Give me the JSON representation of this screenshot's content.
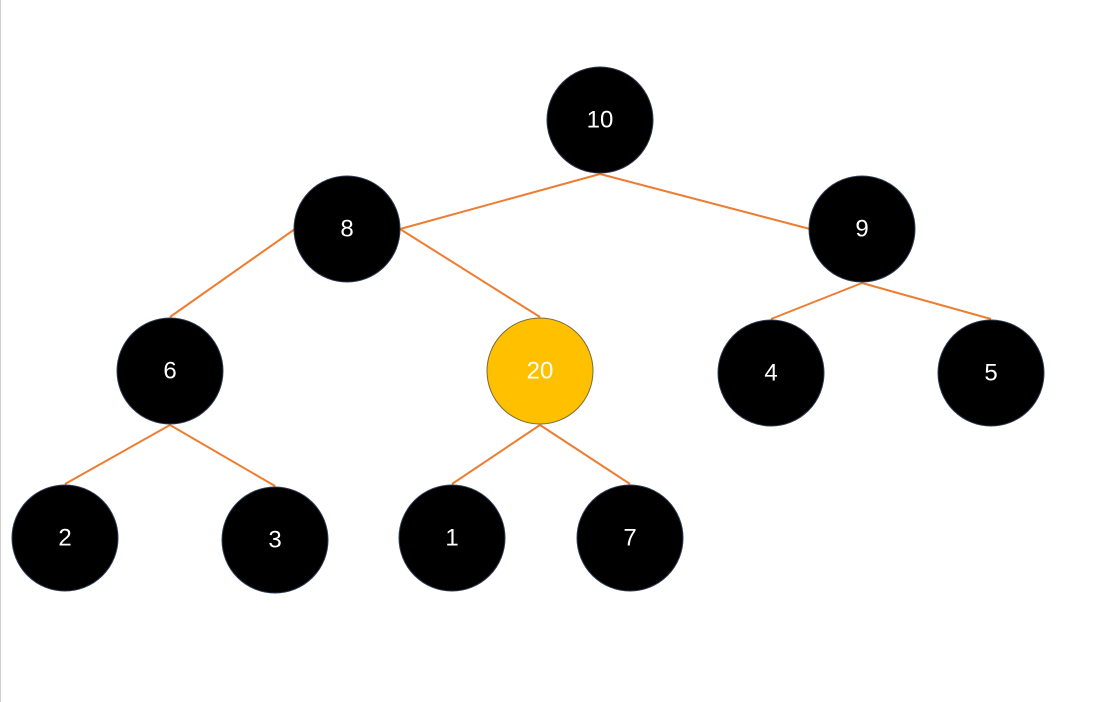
{
  "colors": {
    "node_fill": "#000000",
    "node_stroke": "#2e3b55",
    "highlight_fill": "#ffc000",
    "highlight_stroke": "#7a6a3a",
    "edge": "#ed7d31",
    "label": "#ffffff"
  },
  "tree": {
    "nodes": [
      {
        "id": "n10",
        "label": "10"
      },
      {
        "id": "n8",
        "label": "8"
      },
      {
        "id": "n9",
        "label": "9"
      },
      {
        "id": "n6",
        "label": "6"
      },
      {
        "id": "n20",
        "label": "20",
        "highlighted": true
      },
      {
        "id": "n4",
        "label": "4"
      },
      {
        "id": "n5",
        "label": "5"
      },
      {
        "id": "n2",
        "label": "2"
      },
      {
        "id": "n3",
        "label": "3"
      },
      {
        "id": "n1",
        "label": "1"
      },
      {
        "id": "n7",
        "label": "7"
      }
    ],
    "edges": [
      {
        "from": "n10",
        "to": "n8"
      },
      {
        "from": "n10",
        "to": "n9"
      },
      {
        "from": "n8",
        "to": "n6"
      },
      {
        "from": "n8",
        "to": "n20"
      },
      {
        "from": "n9",
        "to": "n4"
      },
      {
        "from": "n9",
        "to": "n5"
      },
      {
        "from": "n6",
        "to": "n2"
      },
      {
        "from": "n6",
        "to": "n3"
      },
      {
        "from": "n20",
        "to": "n1"
      },
      {
        "from": "n20",
        "to": "n7"
      }
    ]
  }
}
